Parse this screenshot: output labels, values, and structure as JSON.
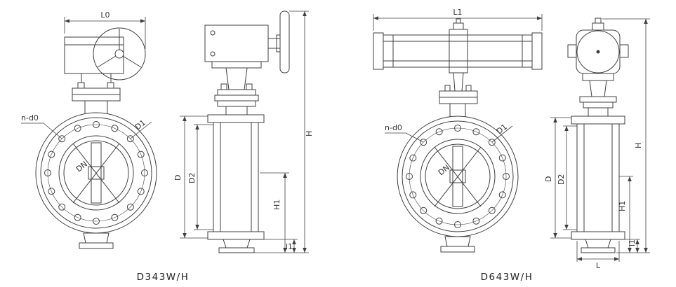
{
  "page": {
    "background": "#ffffff",
    "line_color": "#3f3f3f"
  },
  "drawings": [
    {
      "id": "d343",
      "caption": "D343W/H",
      "labels": {
        "L0": "L0",
        "n_d0": "n-d0",
        "D1": "D1",
        "DN": "DN",
        "D": "D",
        "D2": "D2",
        "H": "H",
        "H1": "H1",
        "l1": "l1"
      }
    },
    {
      "id": "d643",
      "caption": "D643W/H",
      "labels": {
        "L1": "L1",
        "n_d0": "n-d0",
        "D1": "D1",
        "DN": "DN",
        "D": "D",
        "D2": "D2",
        "H": "H",
        "H1": "H1",
        "l1": "l1",
        "L": "L"
      }
    }
  ]
}
